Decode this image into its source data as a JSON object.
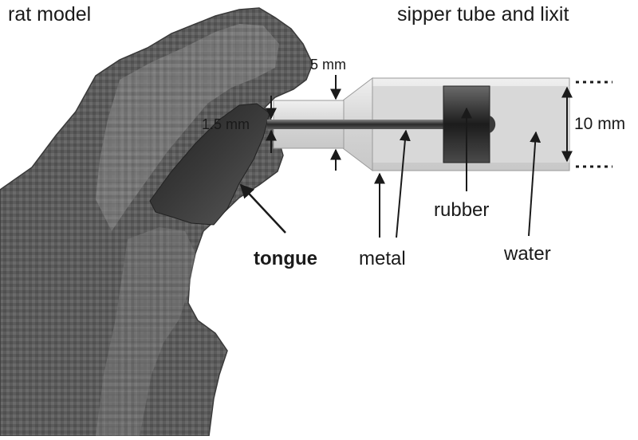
{
  "titles": {
    "left": "rat model",
    "right": "sipper tube and lixit"
  },
  "dimensions": {
    "outer_diameter": "10 mm",
    "tip_diameter": "5 mm",
    "bore_diameter": "1.5 mm"
  },
  "callouts": {
    "tongue": "tongue",
    "metal": "metal",
    "rubber": "rubber",
    "water": "water"
  },
  "continuation": "....",
  "colors": {
    "background": "#ffffff",
    "text": "#1a1a1a",
    "tissue_dark": "#4a4a4a",
    "tissue_light": "#8c8c8c",
    "tube_light": "#dcdcdc",
    "rubber": "#3a3a3a"
  }
}
